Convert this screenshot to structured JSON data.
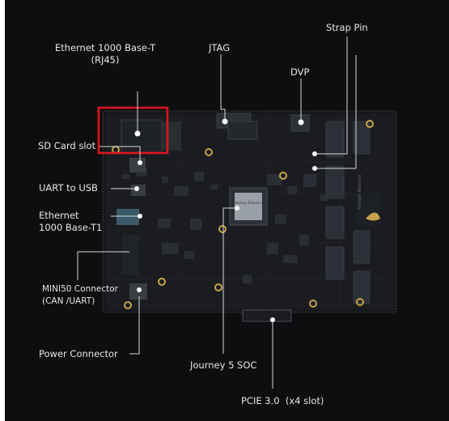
{
  "labels": {
    "ethernet_1000_base_t": "Ethernet 1000 Base-T",
    "ethernet_rj45": "(RJ45)",
    "jtag": "JTAG",
    "strap_pin": "Strap Pin",
    "dvp": "DVP",
    "sd_card_slot": "SD Card slot",
    "uart_to_usb": "UART to USB",
    "ethernet_t1_line1": "Ethernet",
    "ethernet_t1_line2": "1000 Base-T1",
    "mini50_line1": "MINI50 Connector",
    "mini50_line2": "(CAN /UART)",
    "power_connector": "Power Connector",
    "journey5_soc": "Journey 5 SOC",
    "pcie": "PCIE 3.0  (x4 slot)"
  },
  "chip_marking": "Horizon Robotics",
  "board_logo": "Horizon Robotics",
  "colors": {
    "background": "#0d0e10",
    "board": "#16181b",
    "highlight_box": "#e0141c",
    "leader_line": "#d8d8d8",
    "label_text": "#e6e6e6",
    "gold_pad": "#c8a24a"
  }
}
